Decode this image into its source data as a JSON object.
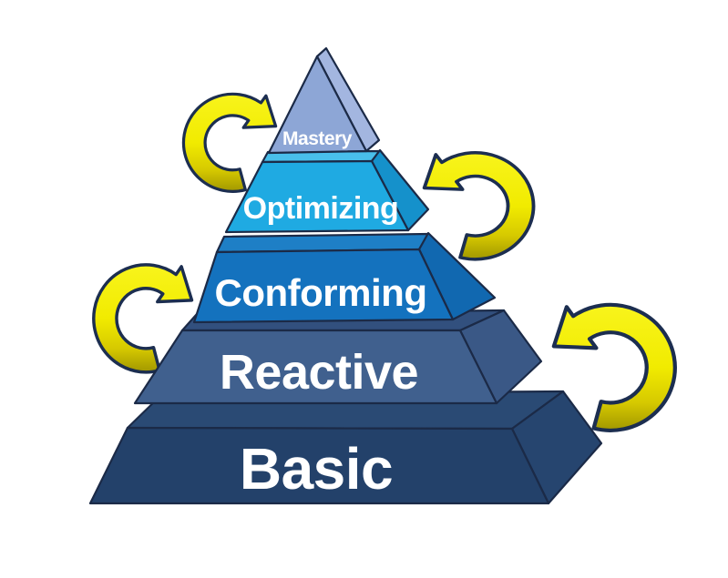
{
  "pyramid": {
    "outline_color": "#1b2a47",
    "label_color": "#ffffff",
    "levels": [
      {
        "label": "Mastery",
        "colors": {
          "front": "#8da6d6",
          "side": "#a3b6e0"
        }
      },
      {
        "label": "Optimizing",
        "colors": {
          "front": "#1faae2",
          "top": "#49bfeb",
          "side": "#1591cb"
        }
      },
      {
        "label": "Conforming",
        "colors": {
          "front": "#1472be",
          "top": "#1e7fc6",
          "side": "#1168b0"
        }
      },
      {
        "label": "Reactive",
        "colors": {
          "front": "#40608e",
          "top": "#32507e",
          "side": "#3a5886"
        }
      },
      {
        "label": "Basic",
        "colors": {
          "front": "#23416a",
          "top": "#2a4a74",
          "side": "#26456f"
        }
      }
    ]
  },
  "arrows": {
    "outline": "#1c2e50",
    "yellow_bright": "#f8f41c",
    "yellow_mid": "#f1eb00",
    "olive_shade": "#d6c900",
    "olive_dark": "#a19700"
  }
}
